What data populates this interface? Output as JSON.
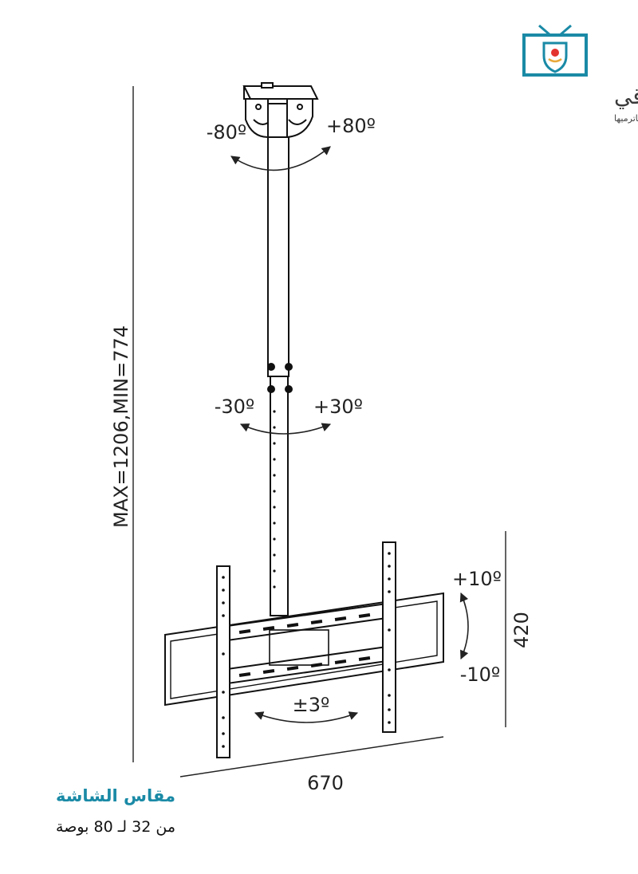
{
  "brand": {
    "name": "الدرع الواقي",
    "tagline": "شاشتك احميها.. قبل ماترميها",
    "colors": {
      "primary": "#1a8aa6",
      "accent": "#e3342f",
      "gold": "#e9a83a"
    },
    "icon": "shield-tv-icon"
  },
  "diagram": {
    "height_range": "MAX=1206,MIN=774",
    "top_swivel": {
      "left": "-80º",
      "right": "+80º"
    },
    "mid_swivel": {
      "left": "-30º",
      "right": "+30º"
    },
    "tilt": {
      "up": "+10º",
      "down": "-10º"
    },
    "rotation": "±3º",
    "width": "670",
    "height": "420"
  },
  "screen_size": {
    "heading": "مقاس الشاشة",
    "range": "من 32 لـ 80 بوصة"
  }
}
